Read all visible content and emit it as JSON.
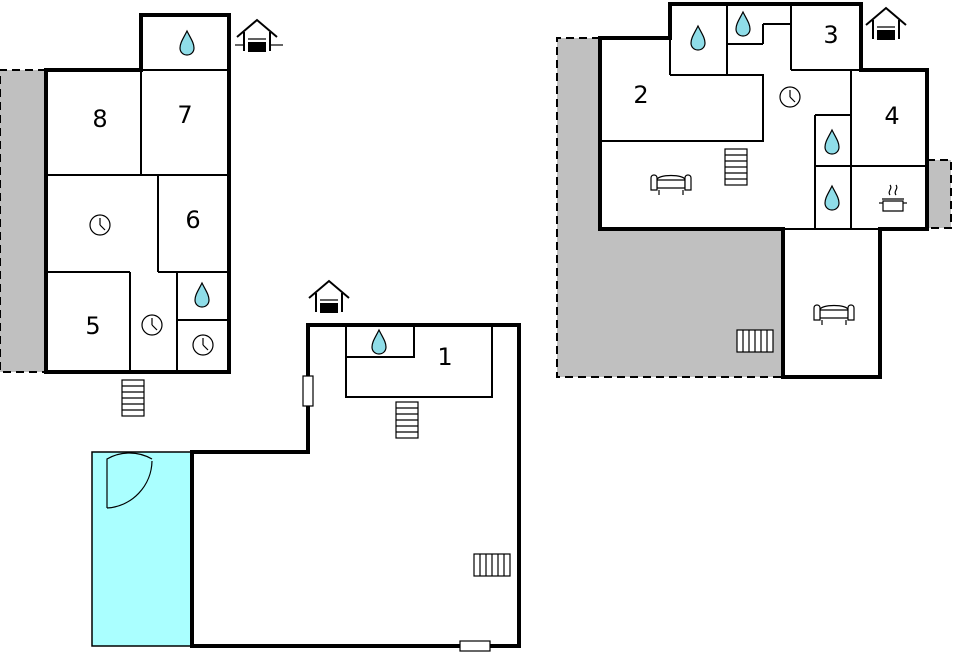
{
  "floorplan": {
    "rooms": [
      {
        "id": "room-1",
        "label": "1"
      },
      {
        "id": "room-2",
        "label": "2"
      },
      {
        "id": "room-3",
        "label": "3"
      },
      {
        "id": "room-4",
        "label": "4"
      },
      {
        "id": "room-5",
        "label": "5"
      },
      {
        "id": "room-6",
        "label": "6"
      },
      {
        "id": "room-7",
        "label": "7"
      },
      {
        "id": "room-8",
        "label": "8"
      }
    ],
    "icons": [
      "water-drop-icon",
      "clock-icon",
      "stairs-icon",
      "sofa-icon",
      "cooking-pot-icon",
      "house-entrance-icon",
      "radiator-icon",
      "door-swing-icon"
    ],
    "colors": {
      "walls": "#000000",
      "terrace": "#c0c0c0",
      "pool": "#aaffff",
      "water": "#8fdde8",
      "background": "#ffffff"
    }
  }
}
